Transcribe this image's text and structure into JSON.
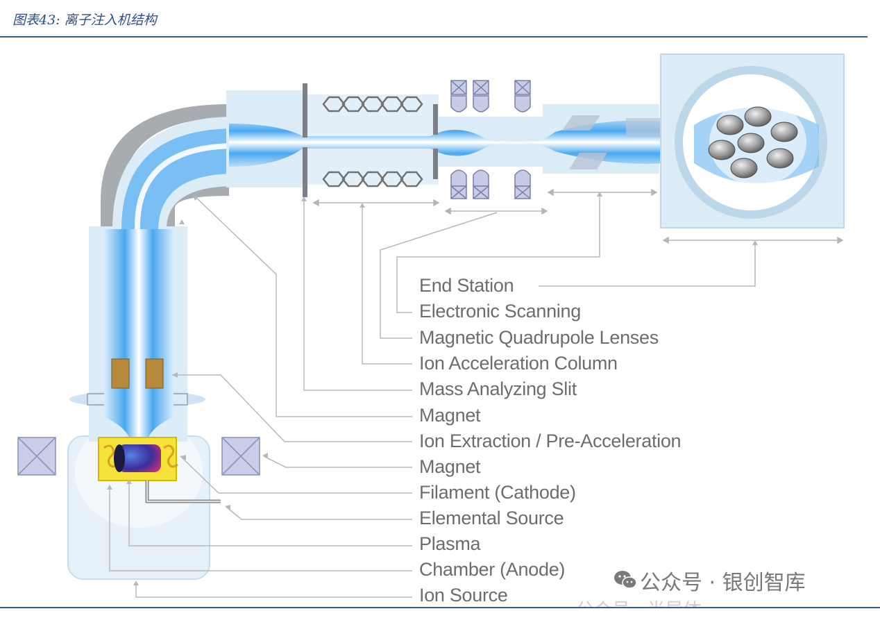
{
  "figure": {
    "title": "图表43:  离子注入机结构"
  },
  "labels": [
    {
      "key": "end_station",
      "text": "End Station"
    },
    {
      "key": "electronic_scanning",
      "text": "Electronic Scanning"
    },
    {
      "key": "magnetic_quadrupole",
      "text": "Magnetic Quadrupole Lenses"
    },
    {
      "key": "ion_acceleration",
      "text": "Ion Acceleration Column"
    },
    {
      "key": "mass_slit",
      "text": "Mass Analyzing Slit"
    },
    {
      "key": "magnet_1",
      "text": "Magnet"
    },
    {
      "key": "ion_extraction",
      "text": "Ion Extraction / Pre-Acceleration"
    },
    {
      "key": "magnet_2",
      "text": "Magnet"
    },
    {
      "key": "filament",
      "text": "Filament (Cathode)"
    },
    {
      "key": "elemental_source",
      "text": "Elemental Source"
    },
    {
      "key": "plasma",
      "text": "Plasma"
    },
    {
      "key": "chamber",
      "text": "Chamber (Anode)"
    },
    {
      "key": "ion_source",
      "text": "Ion Source"
    }
  ],
  "watermark": {
    "text": "公众号 · 银创智库",
    "faint_text": "公众号 · 半导体…"
  },
  "colors": {
    "title": "#2b4d8c",
    "rule": "#3c5a99",
    "beam": "#3aa0f0",
    "housing": "#dcecf7",
    "label": "#6c6c6c",
    "leader": "#b5b5b5"
  }
}
